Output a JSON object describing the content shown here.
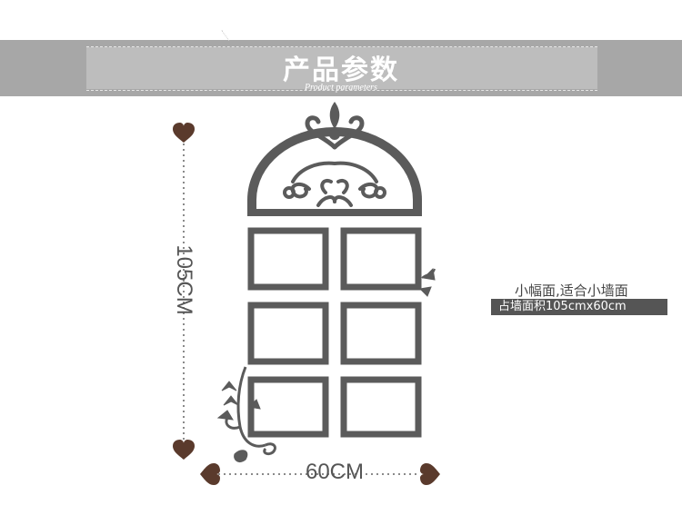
{
  "header": {
    "title": "产品参数",
    "subtitle": "Product parameters"
  },
  "dimensions": {
    "height_label": "105CM",
    "width_label": "60CM"
  },
  "notes": {
    "line1": "小幅面,适合小墙面",
    "line2": "占墙面积105cmx60cm"
  },
  "colors": {
    "banner": "#a7a7a7",
    "frame": "#555555",
    "heart": "#5a3a2c"
  },
  "icons": [
    "heart-icon",
    "window-frame-decal",
    "vine-decoration"
  ]
}
